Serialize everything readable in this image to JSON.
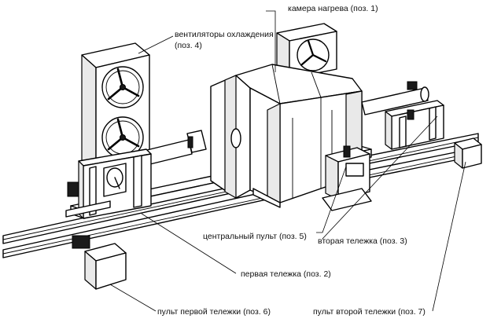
{
  "labels": {
    "chamber": "камера нагрева (поз. 1)",
    "fans_line1": "вентиляторы охлаждения",
    "fans_line2": "(поз. 4)",
    "console": "центральный пульт (поз. 5)",
    "cart2": "вторая тележка (поз. 3)",
    "cart1": "первая тележка (поз. 2)",
    "panel1": "пульт первой тележки (поз. 6)",
    "panel2": "пульт второй тележки (поз. 7)"
  }
}
